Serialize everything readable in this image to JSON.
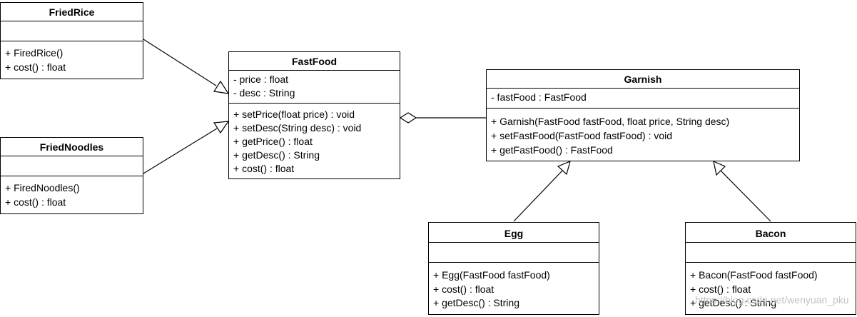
{
  "classes": {
    "fried_rice": {
      "name": "FriedRice",
      "attributes": [],
      "operations": [
        "+ FiredRice()",
        "+ cost() : float"
      ]
    },
    "fried_noodles": {
      "name": "FriedNoodles",
      "attributes": [],
      "operations": [
        "+ FiredNoodles()",
        "+ cost() : float"
      ]
    },
    "fast_food": {
      "name": "FastFood",
      "attributes": [
        "- price : float",
        "- desc : String"
      ],
      "operations": [
        "+ setPrice(float price) : void",
        "+ setDesc(String desc) : void",
        "+ getPrice() : float",
        "+ getDesc() : String",
        "+ cost() : float"
      ]
    },
    "garnish": {
      "name": "Garnish",
      "attributes": [
        "- fastFood : FastFood"
      ],
      "operations": [
        "+ Garnish(FastFood fastFood, float price, String desc)",
        "+ setFastFood(FastFood fastFood) : void",
        "+ getFastFood() : FastFood"
      ]
    },
    "egg": {
      "name": "Egg",
      "attributes": [],
      "operations": [
        "+ Egg(FastFood fastFood)",
        "+ cost() : float",
        "+ getDesc() : String"
      ]
    },
    "bacon": {
      "name": "Bacon",
      "attributes": [],
      "operations": [
        "+ Bacon(FastFood fastFood)",
        "+ cost() : float",
        "+ getDesc() : String"
      ]
    }
  },
  "relations": [
    {
      "type": "generalization",
      "from": "fried_rice",
      "to": "fast_food"
    },
    {
      "type": "generalization",
      "from": "fried_noodles",
      "to": "fast_food"
    },
    {
      "type": "aggregation",
      "from": "garnish",
      "to": "fast_food"
    },
    {
      "type": "generalization",
      "from": "egg",
      "to": "garnish"
    },
    {
      "type": "generalization",
      "from": "bacon",
      "to": "garnish"
    }
  ],
  "watermark": "https://blog.csdn.net/wenyuan_pku",
  "colors": {
    "stroke": "#000000",
    "fill": "#ffffff",
    "watermark": "#bbbbbb"
  }
}
